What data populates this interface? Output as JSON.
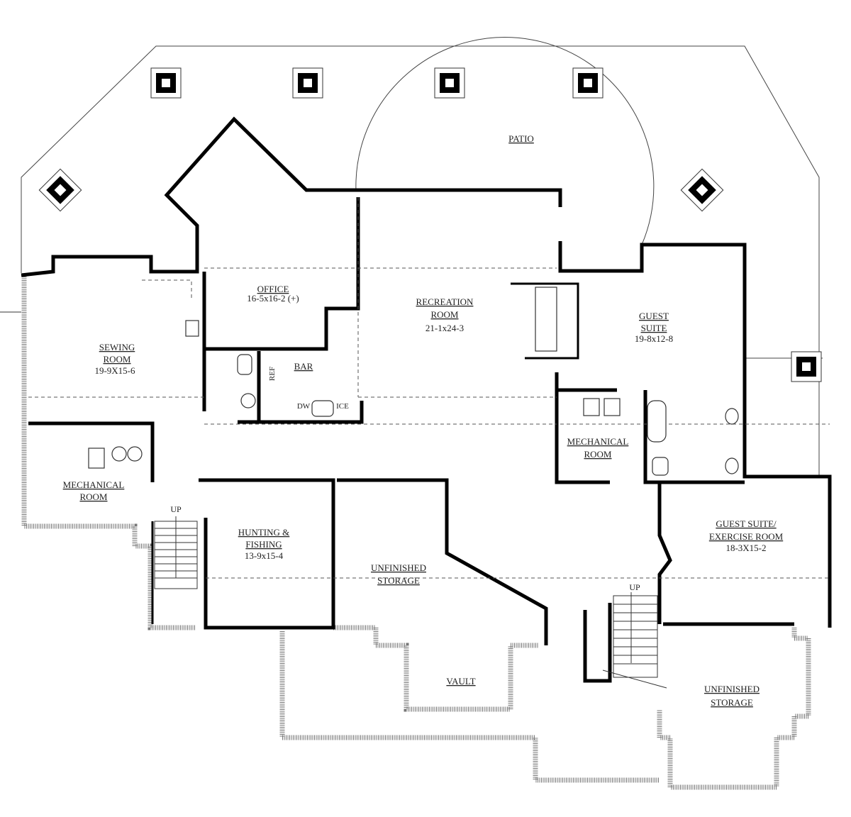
{
  "plan": {
    "rooms": {
      "patio": {
        "name": "PATIO"
      },
      "office": {
        "name": "OFFICE",
        "size": "16-5x16-2 (+)"
      },
      "recreation": {
        "name1": "RECREATION",
        "name2": "ROOM",
        "size": "21-1x24-3"
      },
      "guest_suite": {
        "name1": "GUEST",
        "name2": "SUITE",
        "size": "19-8x12-8"
      },
      "sewing": {
        "name1": "SEWING",
        "name2": "ROOM",
        "size": "19-9X15-6"
      },
      "bar": {
        "name": "BAR",
        "ref": "REF",
        "dw": "DW",
        "ice": "ICE"
      },
      "mechanical_left": {
        "name1": "MECHANICAL",
        "name2": "ROOM"
      },
      "mechanical_right": {
        "name1": "MECHANICAL",
        "name2": "ROOM"
      },
      "hunting": {
        "name1": "HUNTING &",
        "name2": "FISHING",
        "size": "13-9x15-4"
      },
      "unfinished_1": {
        "name1": "UNFINISHED",
        "name2": "STORAGE"
      },
      "vault": {
        "name": "VAULT"
      },
      "exercise": {
        "name1": "GUEST SUITE/",
        "name2": "EXERCISE ROOM",
        "size": "18-3X15-2"
      },
      "unfinished_2": {
        "name1": "UNFINISHED",
        "name2": "STORAGE"
      }
    },
    "stairs": {
      "up_left": "UP",
      "up_right": "UP"
    }
  }
}
